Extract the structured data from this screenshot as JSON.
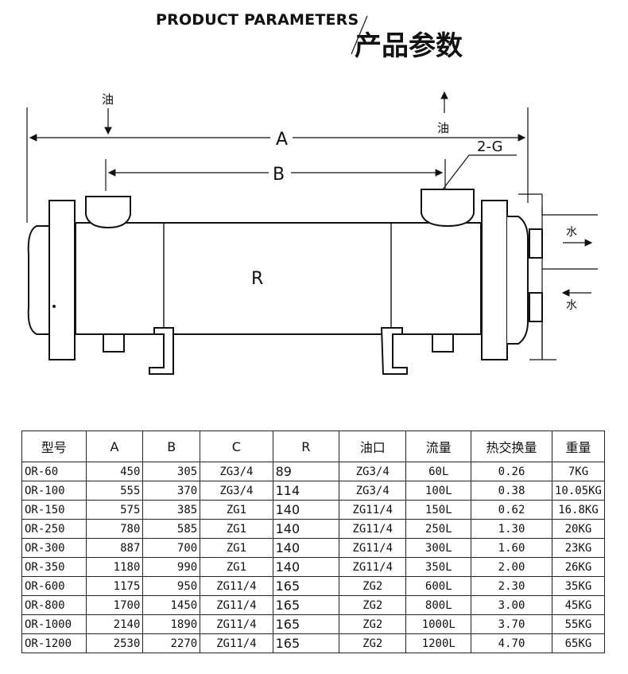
{
  "header": {
    "title_en": "PRODUCT PARAMETERS",
    "title_zh": "产品参数"
  },
  "diagram": {
    "label_oil_left": "油",
    "label_oil_right": "油",
    "dim_a": "A",
    "dim_b": "B",
    "dim_r": "R",
    "label_ports": "2-G",
    "label_water_out": "水",
    "label_water_in": "水"
  },
  "table": {
    "headers": [
      "型号",
      "A",
      "B",
      "C",
      "R",
      "油口",
      "流量",
      "热交换量",
      "重量"
    ],
    "rows": [
      [
        "OR-60",
        "450",
        "305",
        "ZG3/4",
        "89",
        "ZG3/4",
        "60L",
        "0.26",
        "7KG"
      ],
      [
        "OR-100",
        "555",
        "370",
        "ZG3/4",
        "114",
        "ZG3/4",
        "100L",
        "0.38",
        "10.05KG"
      ],
      [
        "OR-150",
        "575",
        "385",
        "ZG1",
        "140",
        "ZG11/4",
        "150L",
        "0.62",
        "16.8KG"
      ],
      [
        "OR-250",
        "780",
        "585",
        "ZG1",
        "140",
        "ZG11/4",
        "250L",
        "1.30",
        "20KG"
      ],
      [
        "OR-300",
        "887",
        "700",
        "ZG1",
        "140",
        "ZG11/4",
        "300L",
        "1.60",
        "23KG"
      ],
      [
        "OR-350",
        "1180",
        "990",
        "ZG1",
        "140",
        "ZG11/4",
        "350L",
        "2.00",
        "26KG"
      ],
      [
        "OR-600",
        "1175",
        "950",
        "ZG11/4",
        "165",
        "ZG2",
        "600L",
        "2.30",
        "35KG"
      ],
      [
        "OR-800",
        "1700",
        "1450",
        "ZG11/4",
        "165",
        "ZG2",
        "800L",
        "3.00",
        "45KG"
      ],
      [
        "OR-1000",
        "2140",
        "1890",
        "ZG11/4",
        "165",
        "ZG2",
        "1000L",
        "3.70",
        "55KG"
      ],
      [
        "OR-1200",
        "2530",
        "2270",
        "ZG11/4",
        "165",
        "ZG2",
        "1200L",
        "4.70",
        "65KG"
      ]
    ]
  }
}
